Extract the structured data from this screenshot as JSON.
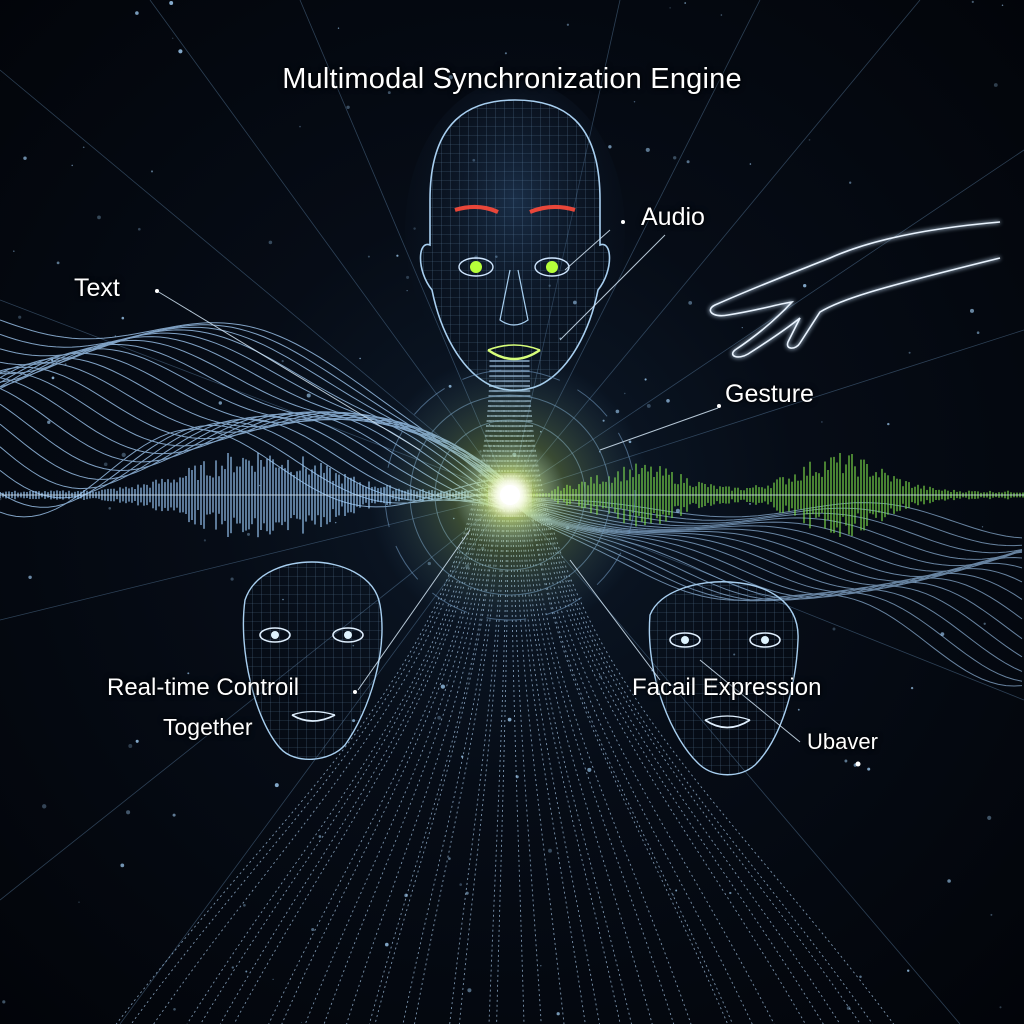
{
  "title": "Multimodal Synchronization Engine",
  "labels": {
    "text": "Text",
    "audio": "Audio",
    "gesture": "Gesture",
    "realtime": "Real-time Controil",
    "together": "Together",
    "facial": "Facail Expression",
    "ubaver": "Ubaver"
  },
  "colors": {
    "background": "#03070d",
    "wave_blue": "#9fd0ff",
    "wave_green": "#7ee04a",
    "core_glow": "#f4ffb0",
    "eye_green": "#b6ff3a",
    "brow_red": "#ff4a3a",
    "wire": "#8ab4d8"
  },
  "icons": [
    "wireframe-head",
    "wireframe-face-left",
    "wireframe-face-right",
    "glowing-hand",
    "energy-core",
    "audio-waveform"
  ]
}
